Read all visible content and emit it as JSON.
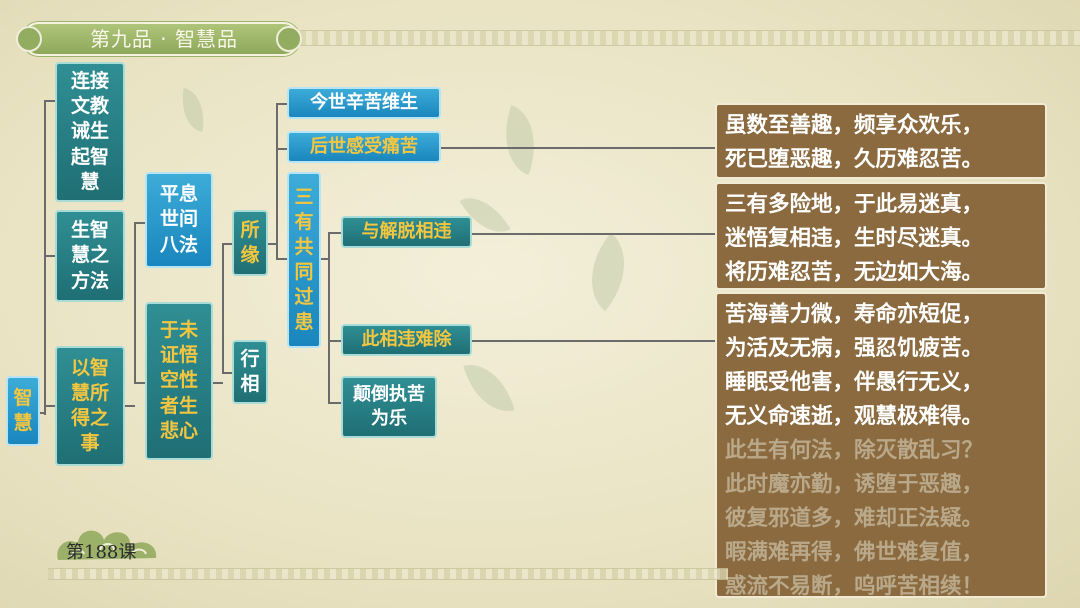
{
  "header": {
    "title": "第九品 · 智慧品"
  },
  "footer": {
    "lesson": "第188课"
  },
  "diagram": {
    "root": "智慧",
    "level1": {
      "connect": "连接文教诫生起智慧",
      "method": "生智慧之方法",
      "result": "以智慧所得之事"
    },
    "level2": {
      "pacify": "平息世间八法",
      "compassion": "于未证悟空性者生悲心"
    },
    "level3": {
      "object": "所缘",
      "aspect": "行相"
    },
    "level4": {
      "this_life": "今世辛苦维生",
      "next_life": "后世感受痛苦",
      "three_realms": "三有共同过患"
    },
    "level5": {
      "contrary": "与解脱相违",
      "hard_remove": "此相违难除",
      "inverted": "颠倒执苦为乐"
    },
    "verses": {
      "v1": [
        "虽数至善趣，频享众欢乐，",
        "死已堕恶趣，久历难忍苦。"
      ],
      "v2": [
        "三有多险地，于此易迷真，",
        "迷悟复相违，生时尽迷真。",
        "将历难忍苦，无边如大海。"
      ],
      "v3_main": [
        "苦海善力微，寿命亦短促，",
        "为活及无病，强忍饥疲苦。",
        "睡眠受他害，伴愚行无义，",
        "无义命速逝，观慧极难得。"
      ],
      "v3_faded": [
        "此生有何法，除灭散乱习？",
        "此时魔亦勤，诱堕于恶趣，",
        "彼复邪道多，难却正法疑。",
        "暇满难再得，佛世难复值，",
        "惑流不易断，呜呼苦相续！"
      ]
    }
  },
  "colors": {
    "teal": "#1f6f74",
    "blue": "#1a86bd",
    "gold_text": "#f4c640",
    "verse_bg": "#8a6a3e",
    "ribbon": "#8ea85a"
  }
}
